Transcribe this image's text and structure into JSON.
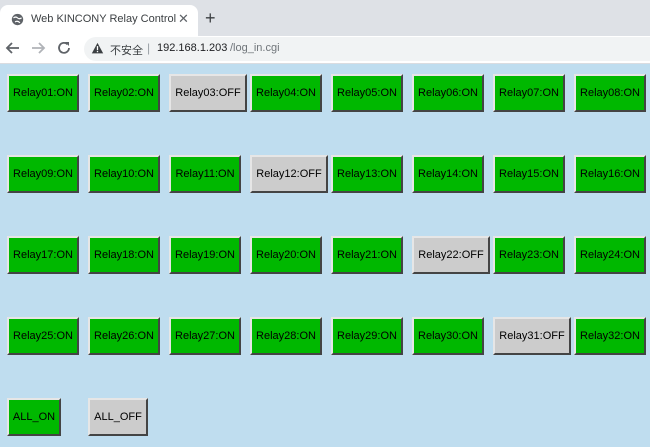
{
  "browser": {
    "tab_title": "Web KINCONY Relay Control",
    "tab_close": "✕",
    "new_tab": "+",
    "insecure_label": "不安全",
    "separator": "|",
    "url_host": "192.168.1.203",
    "url_path": "/log_in.cgi"
  },
  "relays": [
    {
      "label": "Relay01:ON",
      "state": "ON"
    },
    {
      "label": "Relay02:ON",
      "state": "ON"
    },
    {
      "label": "Relay03:OFF",
      "state": "OFF"
    },
    {
      "label": "Relay04:ON",
      "state": "ON"
    },
    {
      "label": "Relay05:ON",
      "state": "ON"
    },
    {
      "label": "Relay06:ON",
      "state": "ON"
    },
    {
      "label": "Relay07:ON",
      "state": "ON"
    },
    {
      "label": "Relay08:ON",
      "state": "ON"
    },
    {
      "label": "Relay09:ON",
      "state": "ON"
    },
    {
      "label": "Relay10:ON",
      "state": "ON"
    },
    {
      "label": "Relay11:ON",
      "state": "ON"
    },
    {
      "label": "Relay12:OFF",
      "state": "OFF"
    },
    {
      "label": "Relay13:ON",
      "state": "ON"
    },
    {
      "label": "Relay14:ON",
      "state": "ON"
    },
    {
      "label": "Relay15:ON",
      "state": "ON"
    },
    {
      "label": "Relay16:ON",
      "state": "ON"
    },
    {
      "label": "Relay17:ON",
      "state": "ON"
    },
    {
      "label": "Relay18:ON",
      "state": "ON"
    },
    {
      "label": "Relay19:ON",
      "state": "ON"
    },
    {
      "label": "Relay20:ON",
      "state": "ON"
    },
    {
      "label": "Relay21:ON",
      "state": "ON"
    },
    {
      "label": "Relay22:OFF",
      "state": "OFF"
    },
    {
      "label": "Relay23:ON",
      "state": "ON"
    },
    {
      "label": "Relay24:ON",
      "state": "ON"
    },
    {
      "label": "Relay25:ON",
      "state": "ON"
    },
    {
      "label": "Relay26:ON",
      "state": "ON"
    },
    {
      "label": "Relay27:ON",
      "state": "ON"
    },
    {
      "label": "Relay28:ON",
      "state": "ON"
    },
    {
      "label": "Relay29:ON",
      "state": "ON"
    },
    {
      "label": "Relay30:ON",
      "state": "ON"
    },
    {
      "label": "Relay31:OFF",
      "state": "OFF"
    },
    {
      "label": "Relay32:ON",
      "state": "ON"
    }
  ],
  "controls": {
    "all_on": "ALL_ON",
    "all_off": "ALL_OFF"
  },
  "colors": {
    "on": "#00b800",
    "off": "#cccccc",
    "page_bg": "#bfddef"
  }
}
